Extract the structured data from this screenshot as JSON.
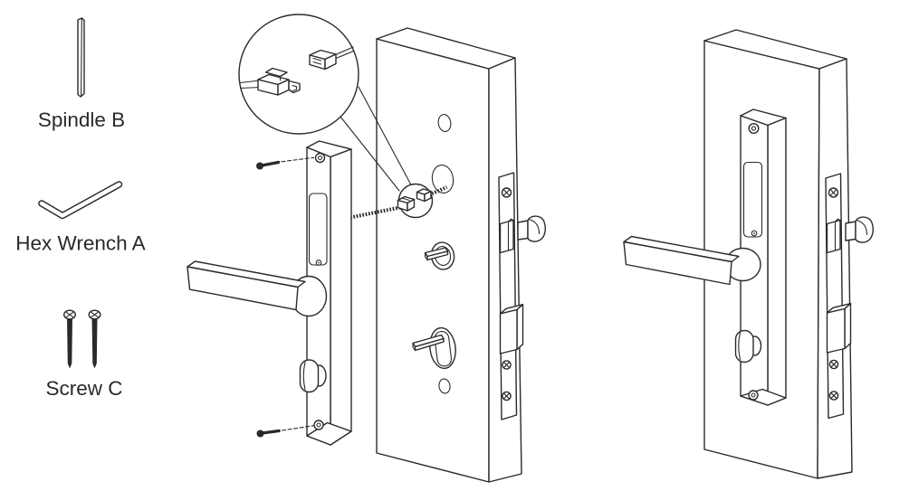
{
  "diagram": {
    "background_color": "#ffffff",
    "line_color": "#2b2a29",
    "parts_legend": [
      {
        "icon": "spindle-icon",
        "label": "Spindle B"
      },
      {
        "icon": "hex-wrench-icon",
        "label": "Hex Wrench A"
      },
      {
        "icon": "screws-icon",
        "label": "Screw C"
      }
    ]
  }
}
